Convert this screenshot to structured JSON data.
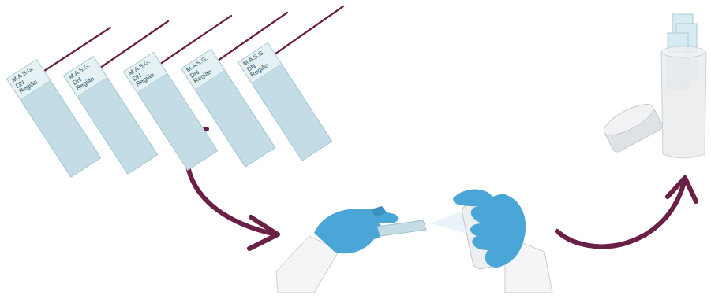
{
  "diagram": {
    "nodes": [
      {
        "text": [
          "M.A.S.G.",
          "DN",
          "Região"
        ]
      },
      {
        "text": [
          "M.A.S.G.",
          "DN",
          "Região"
        ]
      },
      {
        "text": [
          "M.A.S.G.",
          "DN",
          "Região"
        ]
      },
      {
        "text": [
          "M.A.S.G.",
          "DN",
          "Região"
        ]
      },
      {
        "text": [
          "M.A.S.G.",
          "DN",
          "Região"
        ]
      }
    ]
  }
}
